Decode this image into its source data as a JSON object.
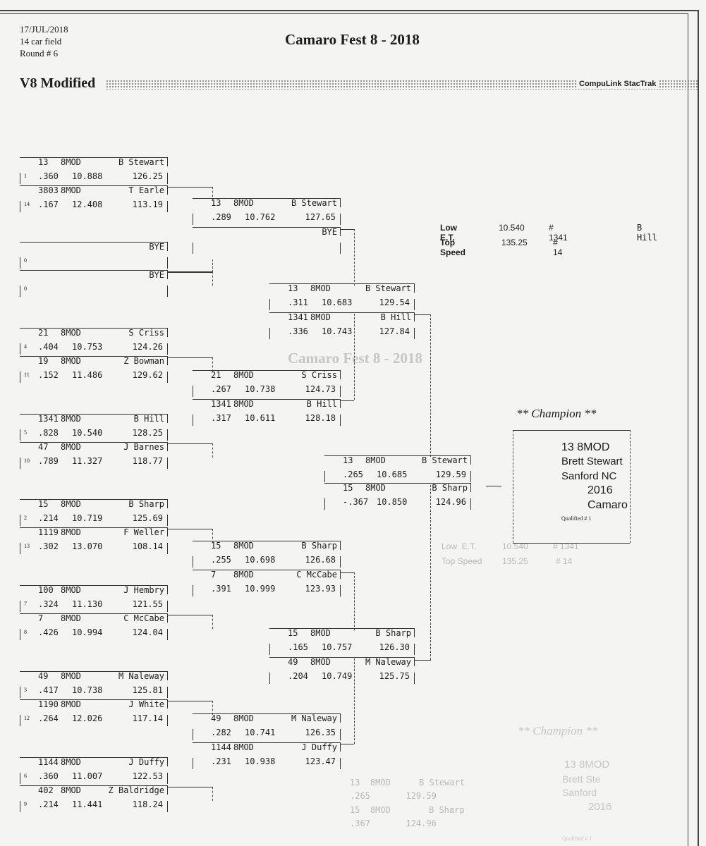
{
  "header": {
    "date": "17/JUL/2018",
    "field": "14 car field",
    "round": "Round # 6",
    "title": "Camaro Fest 8 - 2018",
    "class_name": "V8 Modified",
    "brand": "CompuLink StacTrak"
  },
  "round1": [
    {
      "num": "13",
      "cls": "8MOD",
      "driver": "B Stewart",
      "seed": "1",
      "rt": ".360",
      "et": "10.888",
      "mph": "126.25"
    },
    {
      "num": "3803",
      "cls": "8MOD",
      "driver": "T Earle",
      "seed": "14",
      "rt": ".167",
      "et": "12.408",
      "mph": "113.19"
    },
    {
      "num": "",
      "cls": "",
      "driver": "BYE",
      "seed": "0",
      "rt": "",
      "et": "",
      "mph": ""
    },
    {
      "num": "",
      "cls": "",
      "driver": "BYE",
      "seed": "0",
      "rt": "",
      "et": "",
      "mph": ""
    },
    {
      "num": "21",
      "cls": "8MOD",
      "driver": "S Criss",
      "seed": "4",
      "rt": ".404",
      "et": "10.753",
      "mph": "124.26"
    },
    {
      "num": "19",
      "cls": "8MOD",
      "driver": "Z Bowman",
      "seed": "11",
      "rt": ".152",
      "et": "11.486",
      "mph": "129.62"
    },
    {
      "num": "1341",
      "cls": "8MOD",
      "driver": "B Hill",
      "seed": "5",
      "rt": ".828",
      "et": "10.540",
      "mph": "128.25"
    },
    {
      "num": "47",
      "cls": "8MOD",
      "driver": "J Barnes",
      "seed": "10",
      "rt": ".789",
      "et": "11.327",
      "mph": "118.77"
    },
    {
      "num": "15",
      "cls": "8MOD",
      "driver": "B Sharp",
      "seed": "2",
      "rt": ".214",
      "et": "10.719",
      "mph": "125.69"
    },
    {
      "num": "1119",
      "cls": "8MOD",
      "driver": "F Weller",
      "seed": "13",
      "rt": ".302",
      "et": "13.070",
      "mph": "108.14"
    },
    {
      "num": "100",
      "cls": "8MOD",
      "driver": "J Hembry",
      "seed": "7",
      "rt": ".324",
      "et": "11.130",
      "mph": "121.55"
    },
    {
      "num": "7",
      "cls": "8MOD",
      "driver": "C McCabe",
      "seed": "8",
      "rt": ".426",
      "et": "10.994",
      "mph": "124.04"
    },
    {
      "num": "49",
      "cls": "8MOD",
      "driver": "M Naleway",
      "seed": "3",
      "rt": ".417",
      "et": "10.738",
      "mph": "125.81"
    },
    {
      "num": "1190",
      "cls": "8MOD",
      "driver": "J White",
      "seed": "12",
      "rt": ".264",
      "et": "12.026",
      "mph": "117.14"
    },
    {
      "num": "1144",
      "cls": "8MOD",
      "driver": "J Duffy",
      "seed": "6",
      "rt": ".360",
      "et": "11.007",
      "mph": "122.53"
    },
    {
      "num": "402",
      "cls": "8MOD",
      "driver": "Z Baldridge",
      "seed": "9",
      "rt": ".214",
      "et": "11.441",
      "mph": "118.24"
    }
  ],
  "round2": [
    {
      "num": "13",
      "cls": "8MOD",
      "driver": "B Stewart",
      "rt": ".289",
      "et": "10.762",
      "mph": "127.65"
    },
    {
      "num": "",
      "cls": "",
      "driver": "BYE",
      "rt": "",
      "et": "",
      "mph": ""
    },
    {
      "num": "21",
      "cls": "8MOD",
      "driver": "S Criss",
      "rt": ".267",
      "et": "10.738",
      "mph": "124.73"
    },
    {
      "num": "1341",
      "cls": "8MOD",
      "driver": "B Hill",
      "rt": ".317",
      "et": "10.611",
      "mph": "128.18"
    },
    {
      "num": "15",
      "cls": "8MOD",
      "driver": "B Sharp",
      "rt": ".255",
      "et": "10.698",
      "mph": "126.68"
    },
    {
      "num": "7",
      "cls": "8MOD",
      "driver": "C McCabe",
      "rt": ".391",
      "et": "10.999",
      "mph": "123.93"
    },
    {
      "num": "49",
      "cls": "8MOD",
      "driver": "M Naleway",
      "rt": ".282",
      "et": "10.741",
      "mph": "126.35"
    },
    {
      "num": "1144",
      "cls": "8MOD",
      "driver": "J Duffy",
      "rt": ".231",
      "et": "10.938",
      "mph": "123.47"
    }
  ],
  "round3": [
    {
      "num": "13",
      "cls": "8MOD",
      "driver": "B Stewart",
      "rt": ".311",
      "et": "10.683",
      "mph": "129.54"
    },
    {
      "num": "1341",
      "cls": "8MOD",
      "driver": "B Hill",
      "rt": ".336",
      "et": "10.743",
      "mph": "127.84"
    },
    {
      "num": "15",
      "cls": "8MOD",
      "driver": "B Sharp",
      "rt": ".165",
      "et": "10.757",
      "mph": "126.30"
    },
    {
      "num": "49",
      "cls": "8MOD",
      "driver": "M Naleway",
      "rt": ".204",
      "et": "10.749",
      "mph": "125.75"
    }
  ],
  "final": [
    {
      "num": "13",
      "cls": "8MOD",
      "driver": "B Stewart",
      "rt": ".265",
      "et": "10.685",
      "mph": "129.59"
    },
    {
      "num": "15",
      "cls": "8MOD",
      "driver": "B Sharp",
      "rt": "-.367",
      "et": "10.850",
      "mph": "124.96"
    }
  ],
  "stats": {
    "low_et_label": "Low  E.T.",
    "low_et_value": "10.540",
    "low_et_car": "# 1341",
    "low_et_driver": "B Hill",
    "top_speed_label": "Top Speed",
    "top_speed_value": "135.25",
    "top_speed_car": "# 14"
  },
  "champion": {
    "heading": "** Champion **",
    "car": "13  8MOD",
    "name": "Brett Stewart",
    "hometown": "Sanford NC",
    "vehicle": "2016 Camaro",
    "qualified": "Qualified # 1"
  },
  "ghost": {
    "watermark": "Camaro Fest 8 - 2018",
    "stats_low": "Low  E.T.",
    "stats_low_val": "10.540",
    "stats_low_car": "# 1341",
    "stats_top": "Top Speed",
    "stats_top_val": "135.25",
    "stats_top_car": "# 14",
    "champion_heading": "** Champion **",
    "champion_car": "13  8MOD",
    "champion_name": "Brett Ste",
    "champion_town": "Sanford",
    "champion_year": "2016",
    "champion_qual": "Qualified # 1",
    "f_top_num": "13  8MOD",
    "f_top_drv": "B Stewart",
    "f_top_val": ".265       129.59",
    "f_bot_num": "15  8MOD",
    "f_bot_drv": "B Sharp",
    "f_bot_val": ".367       124.96"
  }
}
